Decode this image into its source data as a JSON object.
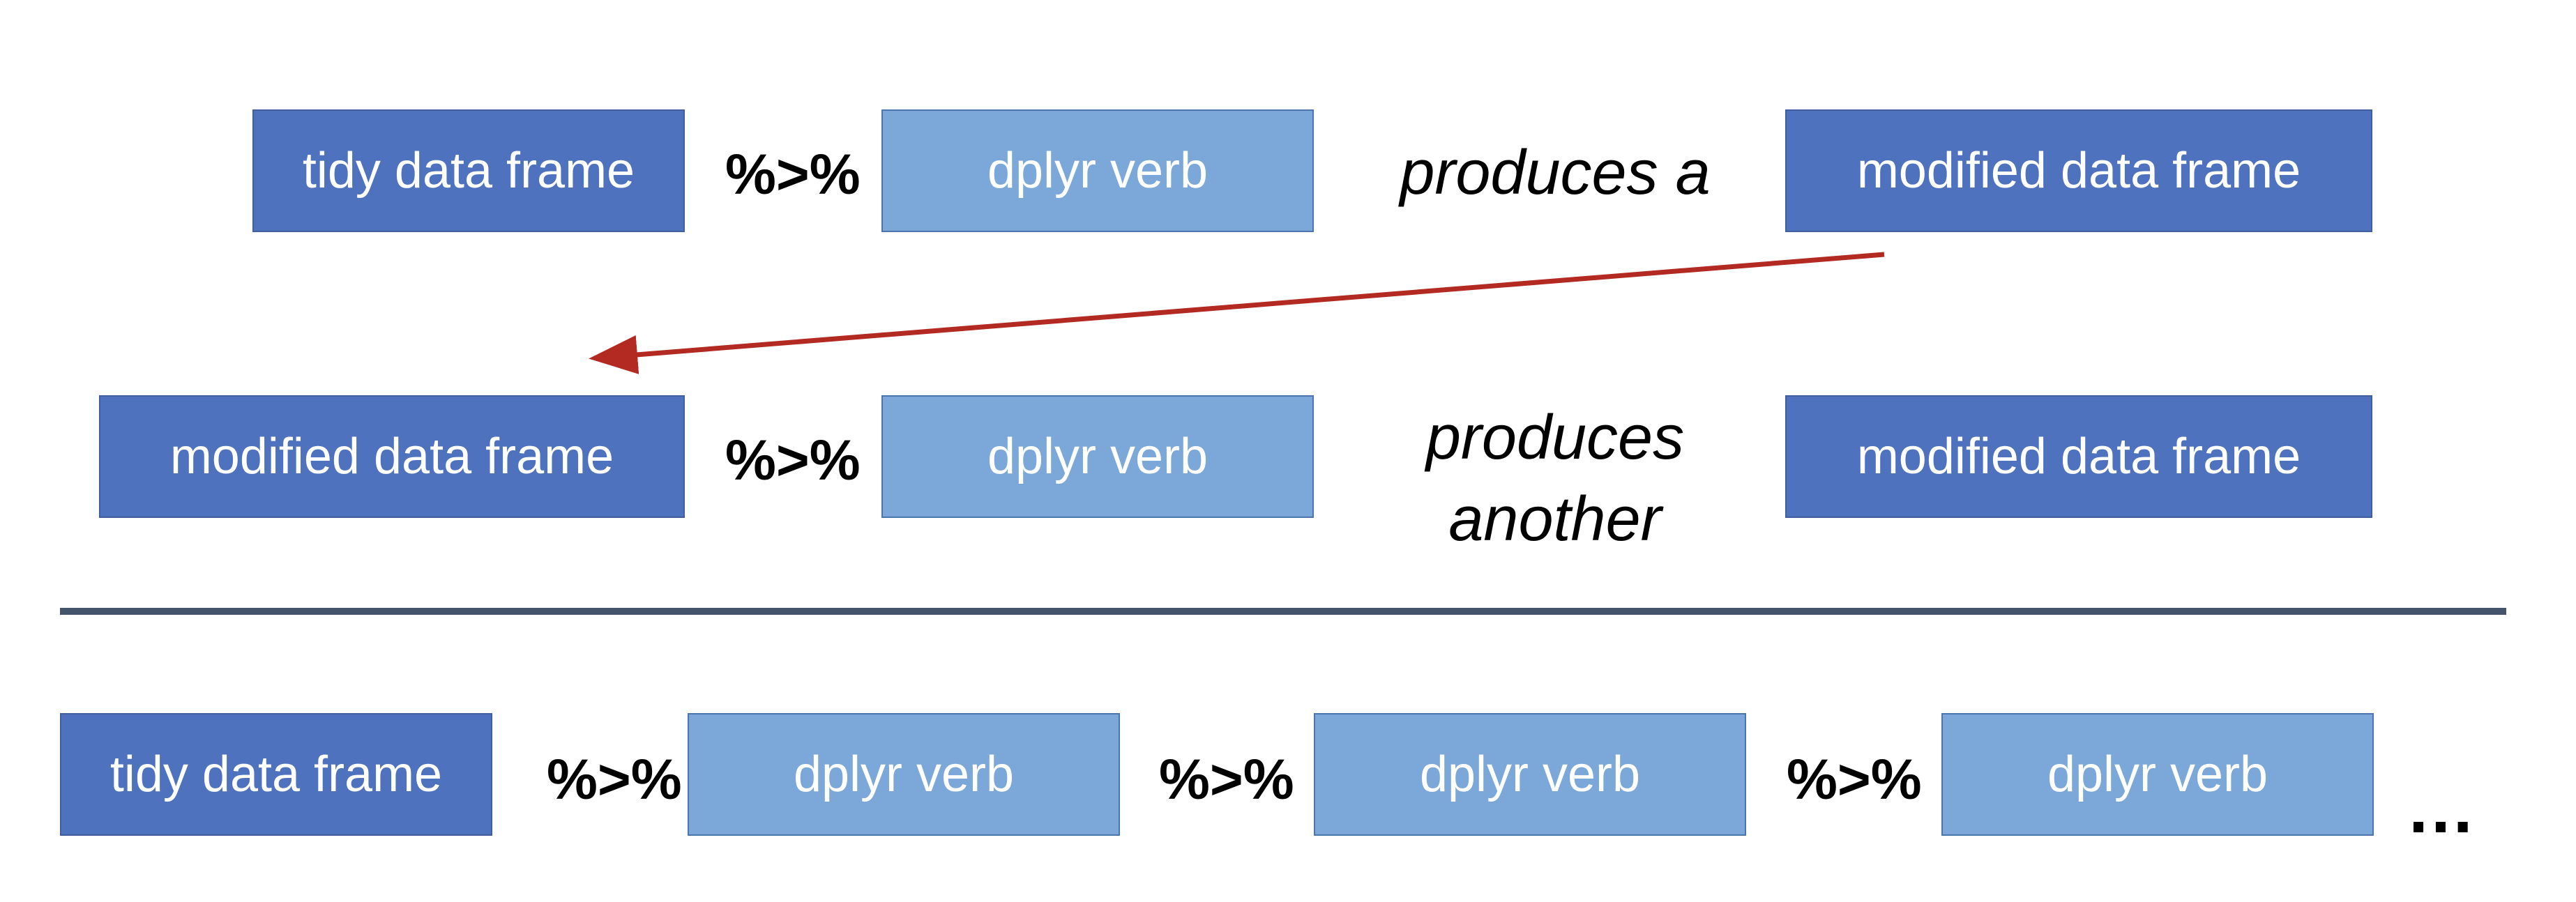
{
  "row1": {
    "start": "tidy data frame",
    "pipe": "%>%",
    "verb": "dplyr verb",
    "phrase": "produces a",
    "result": "modified data frame"
  },
  "row2": {
    "start": "modified data frame",
    "pipe": "%>%",
    "verb": "dplyr verb",
    "phrase_line1": "produces",
    "phrase_line2": "another",
    "result": "modified data frame"
  },
  "row3": {
    "start": "tidy data frame",
    "pipe1": "%>%",
    "verb1": "dplyr verb",
    "pipe2": "%>%",
    "verb2": "dplyr verb",
    "pipe3": "%>%",
    "verb3": "dplyr verb",
    "ellipsis": "…"
  },
  "colors": {
    "dark_box": "#4e72be",
    "light_box": "#7ba8d8",
    "arrow": "#b22a22",
    "divider": "#44546a"
  }
}
